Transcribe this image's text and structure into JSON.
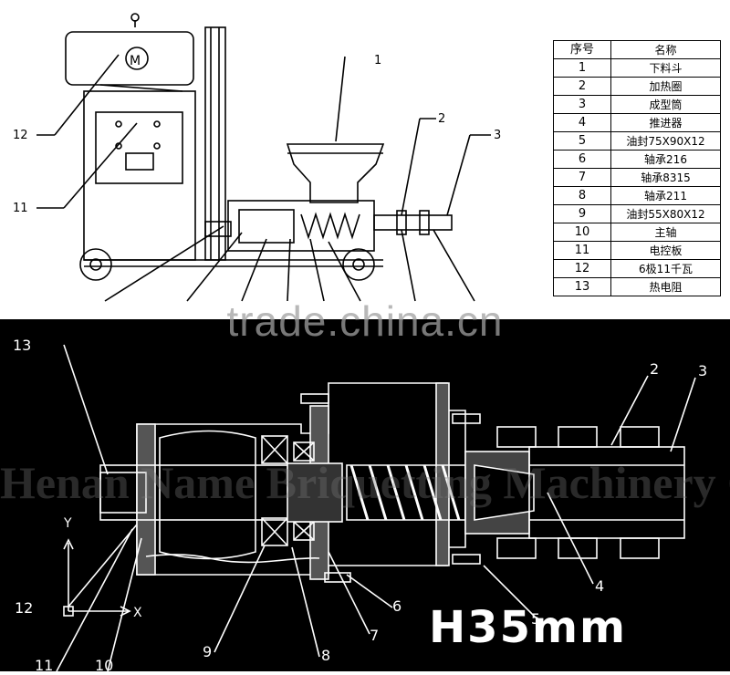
{
  "parts_table": {
    "headers": [
      "序号",
      "名称"
    ],
    "rows": [
      {
        "no": "1",
        "name": "下料斗"
      },
      {
        "no": "2",
        "name": "加热圈"
      },
      {
        "no": "3",
        "name": "成型筒"
      },
      {
        "no": "4",
        "name": "推进器"
      },
      {
        "no": "5",
        "name": "油封75X90X12"
      },
      {
        "no": "6",
        "name": "轴承216"
      },
      {
        "no": "7",
        "name": "轴承8315"
      },
      {
        "no": "8",
        "name": "轴承211"
      },
      {
        "no": "9",
        "name": "油封55X80X12"
      },
      {
        "no": "10",
        "name": "主轴"
      },
      {
        "no": "11",
        "name": "电控板"
      },
      {
        "no": "12",
        "name": "6极11千瓦"
      },
      {
        "no": "13",
        "name": "热电阻"
      }
    ]
  },
  "top_labels": {
    "l1": "1",
    "l2": "2",
    "l3": "3",
    "l11": "11",
    "l12": "12",
    "motor": "M"
  },
  "bottom_labels": {
    "l2": "2",
    "l3": "3",
    "l4": "4",
    "l5": "5",
    "l6": "6",
    "l7": "7",
    "l8": "8",
    "l9": "9",
    "l10": "10",
    "l11": "11",
    "l12": "12",
    "l13": "13",
    "axis_y": "Y",
    "axis_x": "X"
  },
  "dimension_note": "H35mm",
  "watermark": "trade.china.cn",
  "watermark_company": "Henan Name Briquetting Machinery Co.,Ltd"
}
